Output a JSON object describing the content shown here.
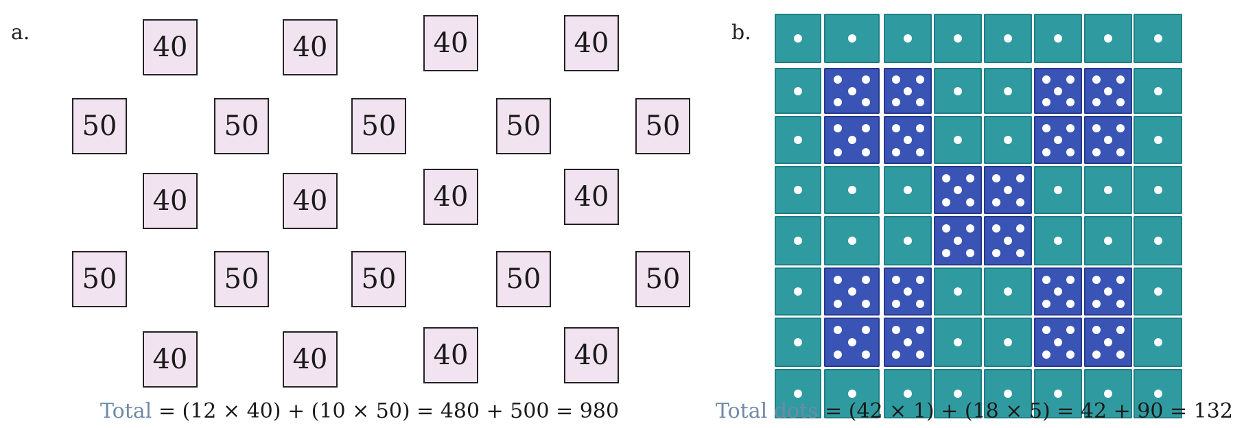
{
  "panel_a": {
    "label": "a.",
    "row_values": [
      "40",
      "50",
      "40",
      "50",
      "40"
    ],
    "formula": {
      "lead": "Total",
      "rest": " = (12 × 40) + (10 × 50) = 480 + 500 = 980"
    }
  },
  "panel_b": {
    "label": "b.",
    "grid": [
      [
        1,
        1,
        1,
        1,
        1,
        1,
        1,
        1
      ],
      [
        1,
        5,
        5,
        1,
        1,
        5,
        5,
        1
      ],
      [
        1,
        5,
        5,
        1,
        1,
        5,
        5,
        1
      ],
      [
        1,
        1,
        1,
        5,
        5,
        1,
        1,
        1
      ],
      [
        1,
        1,
        1,
        5,
        5,
        1,
        1,
        1
      ],
      [
        1,
        5,
        5,
        1,
        1,
        5,
        5,
        1
      ],
      [
        1,
        5,
        5,
        1,
        1,
        5,
        5,
        1
      ],
      [
        1,
        1,
        1,
        1,
        1,
        1,
        1,
        1
      ]
    ],
    "formula": {
      "lead": "Total dots",
      "rest": " = (42 × 1) + (18 × 5) = 42 + 90 = 132"
    }
  },
  "colors": {
    "tile_fill": "#f1e3f0",
    "one_cell": "#2f9ba0",
    "five_cell": "#3a54b6",
    "formula_lead": "#7089a8"
  }
}
